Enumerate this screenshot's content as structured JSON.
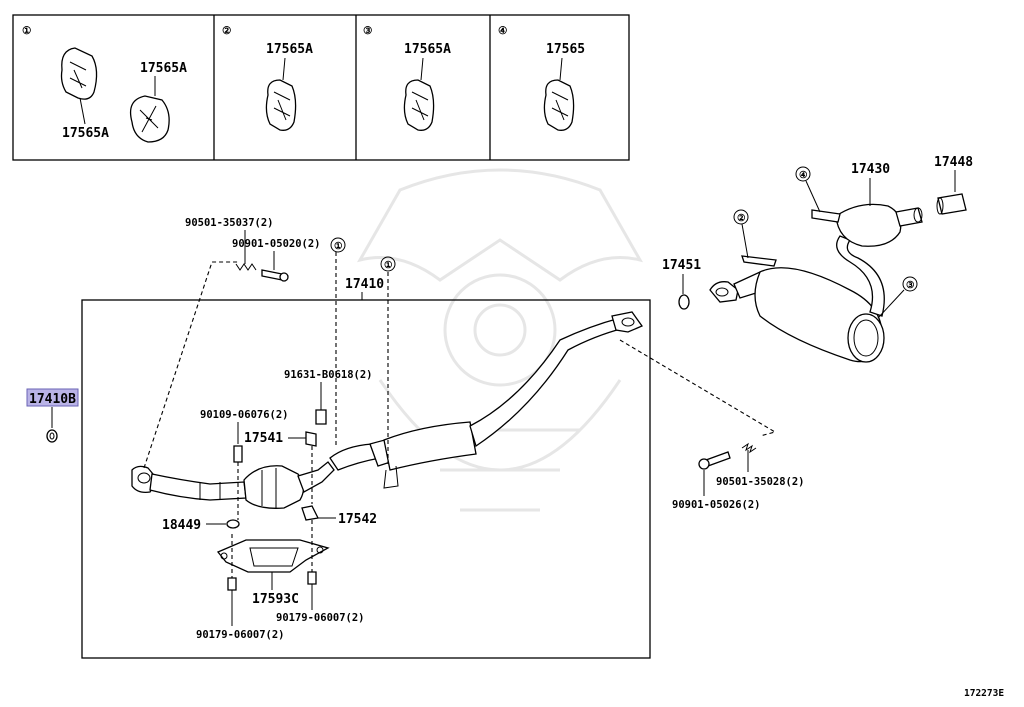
{
  "mounts": [
    {
      "index": "①",
      "parts": [
        "17565A",
        "17565A"
      ]
    },
    {
      "index": "②",
      "parts": [
        "17565A"
      ]
    },
    {
      "index": "③",
      "parts": [
        "17565A"
      ]
    },
    {
      "index": "④",
      "parts": [
        "17565"
      ]
    }
  ],
  "callouts": {
    "c1a": "①",
    "c1b": "①",
    "c2": "②",
    "c3": "③",
    "c4": "④"
  },
  "parts": {
    "p17410": "17410",
    "p17410B": "17410B",
    "p17430": "17430",
    "p17448": "17448",
    "p17451": "17451",
    "p90501_35037": "90501-35037(2)",
    "p90901_05020": "90901-05020(2)",
    "p91631": "91631-B0618(2)",
    "p90109": "90109-06076(2)",
    "p17541": "17541",
    "p17542": "17542",
    "p18449": "18449",
    "p17593C": "17593C",
    "p90179a": "90179-06007(2)",
    "p90179b": "90179-06007(2)",
    "p90501_35028": "90501-35028(2)",
    "p90901_05026": "90901-05026(2)"
  },
  "diagram_id": "172273E",
  "highlight_color": "#b9b3e6"
}
